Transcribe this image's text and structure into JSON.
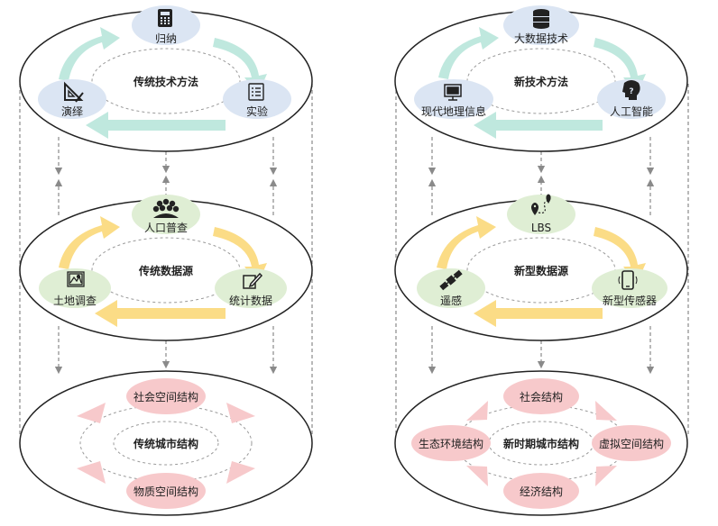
{
  "left": {
    "methods": {
      "title": "传统技术方法",
      "nodes": [
        "归纳",
        "实验",
        "演绎"
      ],
      "icons": [
        "calculator-icon",
        "checklist-icon",
        "set-square-icon"
      ]
    },
    "sources": {
      "title": "传统数据源",
      "nodes": [
        "人口普查",
        "统计数据",
        "土地调查"
      ],
      "icons": [
        "crowd-icon",
        "pencil-note-icon",
        "land-map-icon"
      ]
    },
    "structure": {
      "title": "传统城市结构",
      "nodes": [
        "社会空间结构",
        "物质空间结构"
      ]
    }
  },
  "right": {
    "methods": {
      "title": "新技术方法",
      "nodes": [
        "大数据技术",
        "人工智能",
        "现代地理信息"
      ],
      "icons": [
        "database-icon",
        "ai-head-icon",
        "monitor-icon"
      ]
    },
    "sources": {
      "title": "新型数据源",
      "nodes": [
        "LBS",
        "新型传感器",
        "遥感"
      ],
      "icons": [
        "location-route-icon",
        "smartphone-icon",
        "satellite-icon"
      ]
    },
    "structure": {
      "title": "新时期城市结构",
      "nodes": [
        "社会结构",
        "虚拟空间结构",
        "经济结构",
        "生态环境结构"
      ]
    }
  },
  "colors": {
    "methods_node": "#dbe5f3",
    "methods_arrow": "#bfe8de",
    "sources_node": "#dfeed4",
    "sources_arrow": "#fbdc86",
    "structure_node": "#f7c9cb",
    "structure_arrow": "#f7c9cb",
    "ellipse_stroke": "#222222",
    "dashed": "#8a8a8a"
  }
}
